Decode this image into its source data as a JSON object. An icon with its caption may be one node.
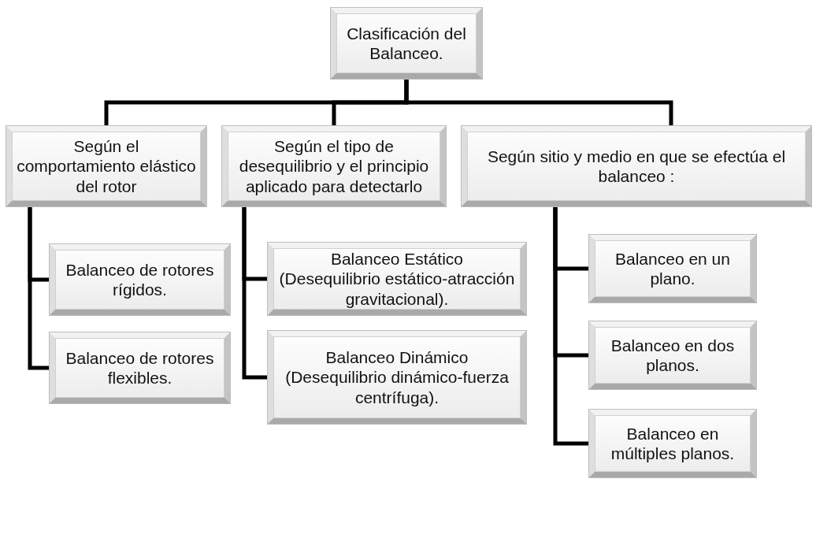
{
  "diagram": {
    "nodes": [
      {
        "text": [
          "Clasificación del Balanceo."
        ]
      },
      {
        "text": [
          "Según el comportamiento elástico del rotor"
        ]
      },
      {
        "text": [
          "Según el tipo de desequilibrio y el principio aplicado para detectarlo"
        ]
      },
      {
        "text": [
          "Según sitio y medio en que se efectúa el balanceo :"
        ]
      },
      {
        "text": [
          "Balanceo de rotores rígidos."
        ]
      },
      {
        "text": [
          "Balanceo de rotores flexibles."
        ]
      },
      {
        "text": [
          "Balanceo Estático (Desequilibrio estático-atracción gravitacional)."
        ]
      },
      {
        "text": [
          "Balanceo Dinámico (Desequilibrio dinámico-fuerza centrífuga)."
        ]
      },
      {
        "text": [
          "Balanceo en un plano."
        ]
      },
      {
        "text": [
          "Balanceo en dos planos."
        ]
      },
      {
        "text": [
          "Balanceo en múltiples planos."
        ]
      }
    ],
    "edges": [
      {
        "from": 0,
        "to": 1,
        "arrow": "none"
      },
      {
        "from": 0,
        "to": 2,
        "arrow": "none"
      },
      {
        "from": 0,
        "to": 3,
        "arrow": "none"
      },
      {
        "from": 1,
        "to": 4,
        "arrow": "none"
      },
      {
        "from": 1,
        "to": 5,
        "arrow": "none"
      },
      {
        "from": 2,
        "to": 6,
        "arrow": "none"
      },
      {
        "from": 2,
        "to": 7,
        "arrow": "none"
      },
      {
        "from": 3,
        "to": 8,
        "arrow": "none"
      },
      {
        "from": 3,
        "to": 9,
        "arrow": "none"
      },
      {
        "from": 3,
        "to": 10,
        "arrow": "none"
      }
    ]
  }
}
